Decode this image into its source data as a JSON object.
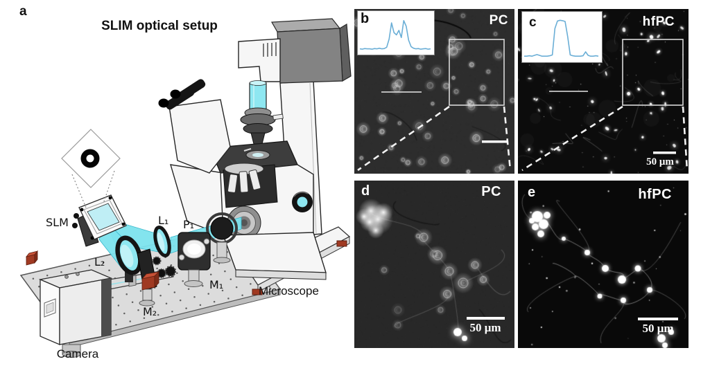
{
  "panel_a": {
    "label": "a",
    "title": "SLIM optical setup",
    "component_labels": {
      "slm": "SLM",
      "l1": "L₁",
      "p1": "P₁",
      "m1": "M₁",
      "m2": "M₂",
      "l2": "L₂",
      "camera": "Camera",
      "microscope": "Microscope"
    }
  },
  "panel_b": {
    "label": "b",
    "modality_label": "PC",
    "inset_profile": [
      5,
      4,
      6,
      5,
      5,
      4,
      6,
      5,
      7,
      5,
      6,
      10,
      35,
      85,
      55,
      48,
      62,
      40,
      92,
      75,
      32,
      12,
      7,
      5,
      6,
      4,
      5,
      6,
      4,
      5
    ]
  },
  "panel_c": {
    "label": "c",
    "modality_label": "hfPC",
    "scale_bar_label": "50 μm",
    "inset_profile": [
      5,
      5,
      6,
      5,
      7,
      9,
      7,
      5,
      5,
      5,
      6,
      8,
      75,
      94,
      96,
      95,
      93,
      55,
      8,
      6,
      5,
      5,
      5,
      6,
      16,
      7,
      5,
      5,
      6,
      5
    ]
  },
  "panel_d": {
    "label": "d",
    "modality_label": "PC",
    "scale_bar_label": "50 μm"
  },
  "panel_e": {
    "label": "e",
    "modality_label": "hfPC",
    "scale_bar_label": "50 μm"
  },
  "colors": {
    "beam_cyan": "#7de3ee",
    "lens_cyan": "#8ee7f1",
    "plot_blue": "#6aaed6",
    "cube_red": "#a03a22",
    "pc_background": "#2d2d2d",
    "hfpc_background": "#0c0c0c"
  }
}
